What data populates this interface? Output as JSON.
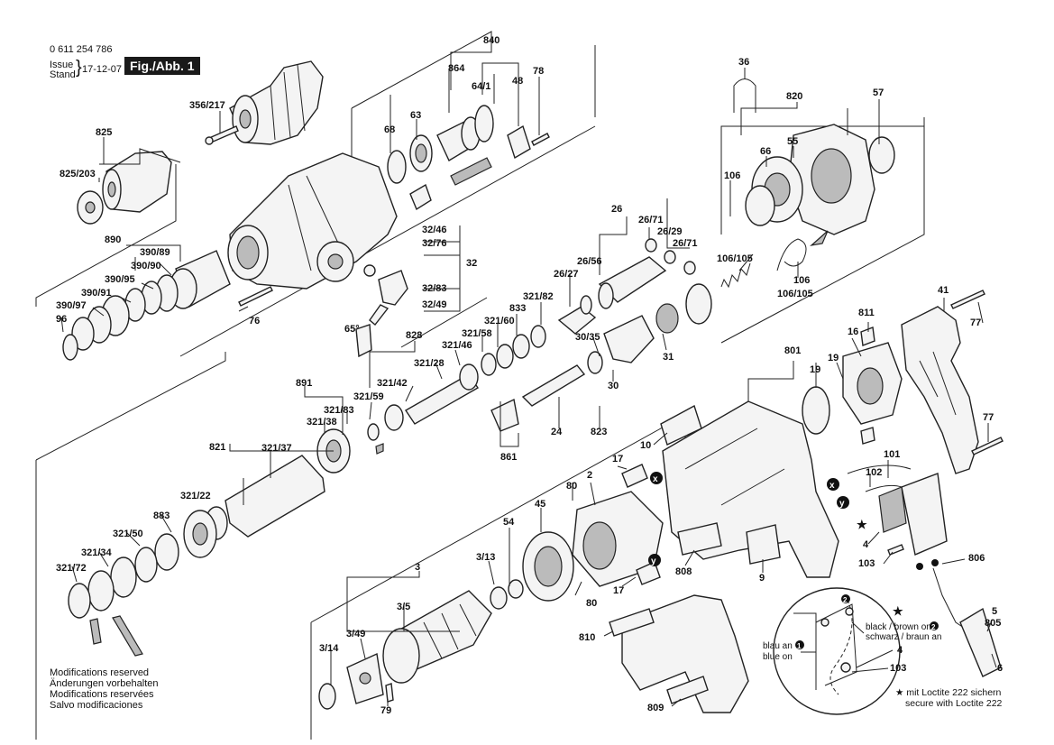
{
  "header": {
    "part_number": "0 611 254 786",
    "issue_label_en": "Issue",
    "issue_label_de": "Stand",
    "issue_date": "17-12-07",
    "figure_label": "Fig./Abb. 1"
  },
  "notes": {
    "line1": "Modifications reserved",
    "line2": "Änderungen vorbehalten",
    "line3": "Modifications reservées",
    "line4": "Salvo modificaciones"
  },
  "loctite": {
    "line1": "mit Loctite 222 sichern",
    "line2": "secure with Loctite 222"
  },
  "wiring": {
    "black_brown_en": "black / brown on",
    "black_brown_de": "schwarz / braun an",
    "blue_de": "blau an",
    "blue_en": "blue on",
    "label_4": "4",
    "label_103": "103",
    "marker_1": "1",
    "marker_2": "2"
  },
  "markers": {
    "x": "x",
    "y": "y"
  },
  "angle": "65°",
  "labels": {
    "l840": "840",
    "l864": "864",
    "l641": "64/1",
    "l48": "48",
    "l78": "78",
    "l356": "356/217",
    "l68": "68",
    "l63": "63",
    "l825": "825",
    "l825203": "825/203",
    "l890": "890",
    "l39089": "390/89",
    "l39090": "390/90",
    "l39095": "390/95",
    "l39091": "390/91",
    "l39097": "390/97",
    "l96": "96",
    "l76": "76",
    "l3246": "32/46",
    "l3276": "32/76",
    "l32": "32",
    "l3283": "32/83",
    "l3249": "32/49",
    "l36": "36",
    "l820": "820",
    "l57": "57",
    "l55": "55",
    "l66": "66",
    "l106a": "106",
    "l106105a": "106/105",
    "l106b": "106",
    "l106105b": "106/105",
    "l26": "26",
    "l2671a": "26/71",
    "l2629": "26/29",
    "l2656": "26/56",
    "l2671b": "26/71",
    "l2627": "26/27",
    "l32182": "321/82",
    "l833": "833",
    "l32160": "321/60",
    "l32158": "321/58",
    "l828": "828",
    "l32146": "321/46",
    "l32128": "321/28",
    "l3035": "30/35",
    "l31": "31",
    "l30": "30",
    "l32142": "321/42",
    "l32159": "321/59",
    "l891": "891",
    "l32183": "321/83",
    "l32138": "321/38",
    "l24": "24",
    "l823": "823",
    "l861": "861",
    "l821": "821",
    "l32137": "321/37",
    "l32122": "321/22",
    "l883": "883",
    "l32150": "321/50",
    "l32134": "321/34",
    "l32172": "321/72",
    "l801": "801",
    "l811": "811",
    "l16": "16",
    "l19a": "19",
    "l19b": "19",
    "l41": "41",
    "l77a": "77",
    "l77b": "77",
    "l10": "10",
    "l101": "101",
    "l102": "102",
    "l4": "4",
    "l103": "103",
    "l806": "806",
    "l2": "2",
    "l17a": "17",
    "l17b": "17",
    "l80a": "80",
    "l80b": "80",
    "l45": "45",
    "l54": "54",
    "l3": "3",
    "l313": "3/13",
    "l35": "3/5",
    "l349": "3/49",
    "l314": "3/14",
    "l79": "79",
    "l808": "808",
    "l9": "9",
    "l810": "810",
    "l809": "809",
    "l5": "5",
    "l805": "805",
    "l6": "6"
  }
}
